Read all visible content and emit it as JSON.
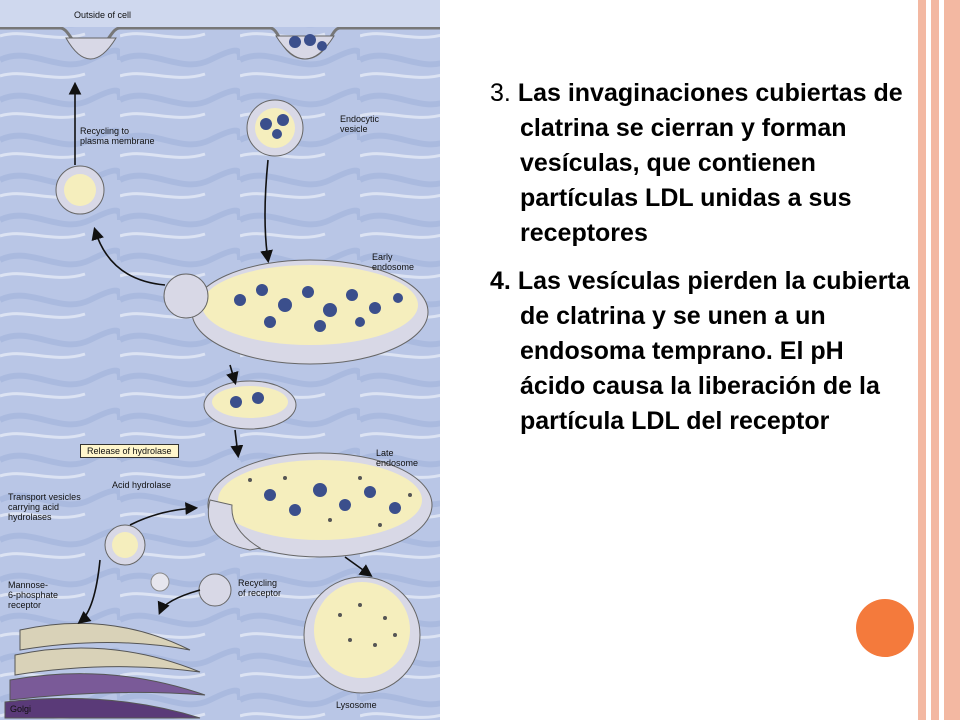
{
  "diagram": {
    "labels": {
      "outside_of_cell": "Outside of cell",
      "endocytic_vesicle": "Endocytic\nvesicle",
      "recycling_to_plasma_membrane": "Recycling to\nplasma membrane",
      "early_endosome": "Early\nendosome",
      "release_of_hydrolase": "Release of hydrolase",
      "late_endosome": "Late\nendosome",
      "acid_hydrolase": "Acid hydrolase",
      "transport_vesicles": "Transport vesicles\ncarrying acid\nhydrolases",
      "mannose_receptor": "Mannose-\n6-phosphate\nreceptor",
      "recycling_of_receptor": "Recycling\nof receptor",
      "lysosome": "Lysosome",
      "golgi": "Golgi"
    },
    "colors": {
      "background": "#cfe3ef",
      "membrane": "#d8d8e6",
      "lumen": "#f5eebd",
      "ldl": "#3b4f8c",
      "receptor": "#2f6b2f",
      "golgi": "#5a3a78"
    }
  },
  "text": {
    "item3_number": "3.",
    "item3_text": "Las invaginaciones cubiertas de clatrina se cierran y forman vesículas, que contienen partículas LDL unidas a sus receptores",
    "item4_number": "4.",
    "item4_text": "Las vesículas pierden la cubierta de clatrina y se unen a un endosoma temprano. El pH ácido causa la liberación de la partícula LDL del receptor"
  },
  "decor": {
    "accent_color": "#f47a3c",
    "stripe_color": "#f3b8a2"
  }
}
